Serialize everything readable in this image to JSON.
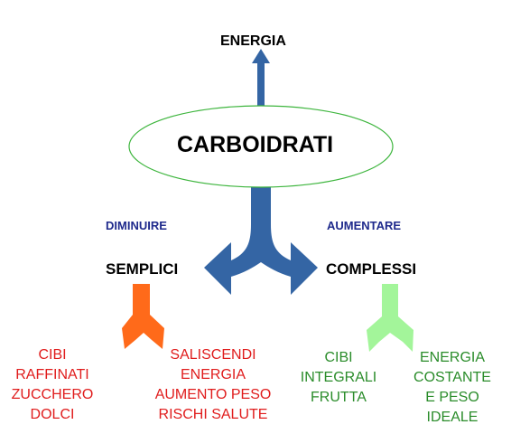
{
  "top_label": "ENERGIA",
  "center_label": "CARBOIDRATI",
  "left_verb": "DIMINUIRE",
  "right_verb": "AUMENTARE",
  "left_category": "SEMPLICI",
  "right_category": "COMPLESSI",
  "simple": {
    "foods": "CIBI\nRAFFINATI\nZUCCHERO\nDOLCI",
    "effects": "SALISCENDI\nENERGIA\nAUMENTO PESO\nRISCHI SALUTE"
  },
  "complex": {
    "foods": "CIBI\nINTEGRALI\nFRUTTA",
    "effects": "ENERGIA\nCOSTANTE\nE PESO\nIDEALE"
  },
  "colors": {
    "blue_arrow": "#3465a4",
    "ellipse_stroke": "#3db53d",
    "verb_text": "#1f2a8c",
    "orange_arrow": "#ff6a1a",
    "green_arrow": "#a3f59a",
    "red_text": "#e01c1c",
    "green_text": "#2a8c2a",
    "black_text": "#000000"
  }
}
